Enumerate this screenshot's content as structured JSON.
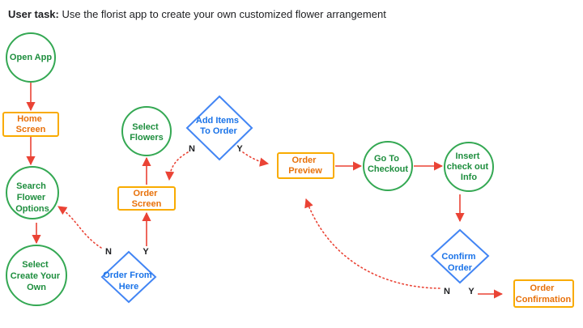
{
  "header": {
    "task_label": "User task:",
    "task_text": "Use the florist app to create your own customized flower arrangement"
  },
  "colors": {
    "green": "#34a853",
    "orange": "#f9ab00",
    "blue": "#4285f4",
    "arrow": "#ea4335"
  },
  "nodes": {
    "open_app": [
      "Open App"
    ],
    "home_screen": [
      "Home",
      "Screen"
    ],
    "search_flower_options": [
      "Search",
      "Flower",
      "Options"
    ],
    "select_create_your_own": [
      "Select",
      "Create Your",
      "Own"
    ],
    "order_from_here": [
      "Order From",
      "Here"
    ],
    "order_screen": [
      "Order",
      "Screen"
    ],
    "select_flowers": [
      "Select",
      "Flowers"
    ],
    "add_items_to_order": [
      "Add Items",
      "To Order"
    ],
    "order_preview": [
      "Order",
      "Preview"
    ],
    "go_to_checkout": [
      "Go To",
      "Checkout"
    ],
    "insert_check_out_info": [
      "Insert",
      "check out",
      "Info"
    ],
    "confirm_order": [
      "Confirm",
      "Order"
    ],
    "order_confirmation": [
      "Order",
      "Confirmation"
    ]
  },
  "branch_labels": {
    "order_from_here_no": "N",
    "order_from_here_yes": "Y",
    "add_items_no": "N",
    "add_items_yes": "Y",
    "confirm_no": "N",
    "confirm_yes": "Y"
  }
}
